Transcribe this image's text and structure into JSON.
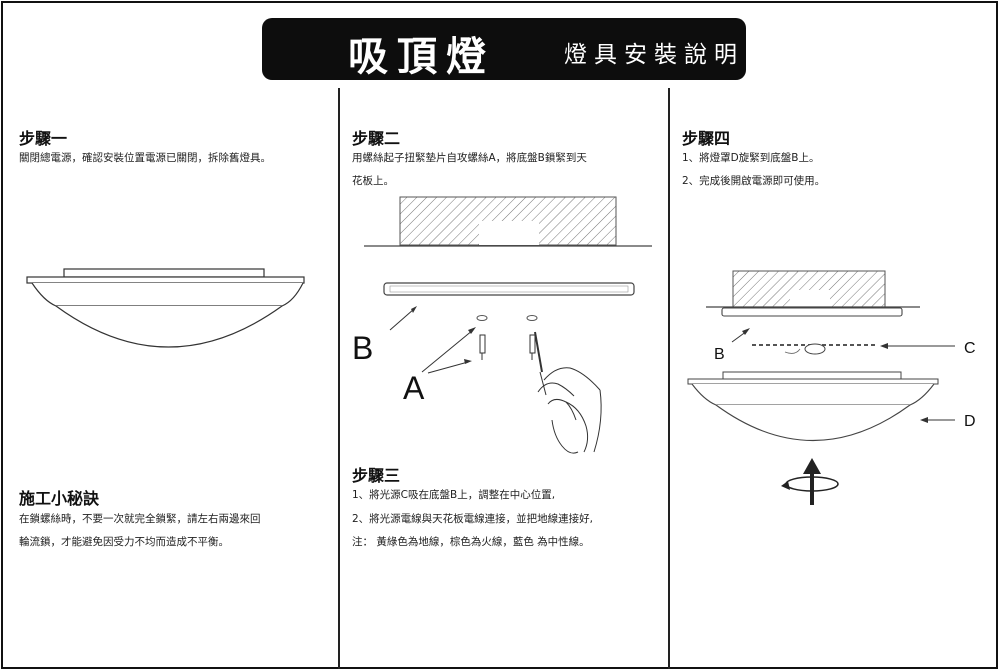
{
  "header": {
    "title": "吸頂燈",
    "subtitle": "燈具安裝說明"
  },
  "step1": {
    "heading": "步驟一",
    "text": "關閉總電源，確認安裝位置電源已關閉，拆除舊燈具。"
  },
  "tips": {
    "heading": "施工小秘訣",
    "lines": [
      "在鎖螺絲時，不要一次就完全鎖緊，請左右兩邊來回",
      "輪流鎖，才能避免因受力不均而造成不平衡。"
    ]
  },
  "step2": {
    "heading": "步驟二",
    "lines": [
      "用螺絲起子扭緊墊片自攻螺絲A，將底盤B鎖緊到天",
      "花板上。"
    ],
    "label_a": "A",
    "label_b": "B"
  },
  "step3": {
    "heading": "步驟三",
    "lines": [
      "1、將光源C吸在底盤B上，調整在中心位置,",
      "2、將光源電線與天花板電線連接，並把地線連接好,",
      "注：  黃綠色為地線，棕色為火線，藍色 為中性線。"
    ]
  },
  "step4": {
    "heading": "步驟四",
    "lines": [
      "1、將燈罩D旋緊到底盤B上。",
      "2、完成後開啟電源即可使用。"
    ],
    "label_b": "B",
    "label_c": "C",
    "label_d": "D"
  }
}
